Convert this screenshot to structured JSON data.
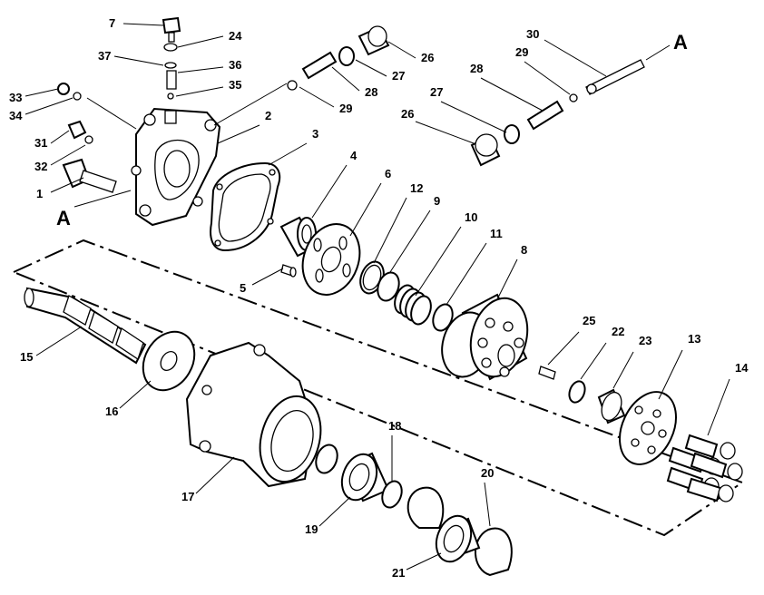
{
  "diagram": {
    "section_markers": [
      "A",
      "A"
    ],
    "part_labels": [
      "1",
      "2",
      "3",
      "4",
      "5",
      "6",
      "7",
      "8",
      "9",
      "10",
      "11",
      "12",
      "13",
      "14",
      "15",
      "16",
      "17",
      "18",
      "19",
      "20",
      "21",
      "22",
      "23",
      "24",
      "25",
      "26",
      "26",
      "27",
      "27",
      "28",
      "28",
      "29",
      "29",
      "30",
      "31",
      "32",
      "33",
      "34",
      "35",
      "36",
      "37"
    ]
  }
}
